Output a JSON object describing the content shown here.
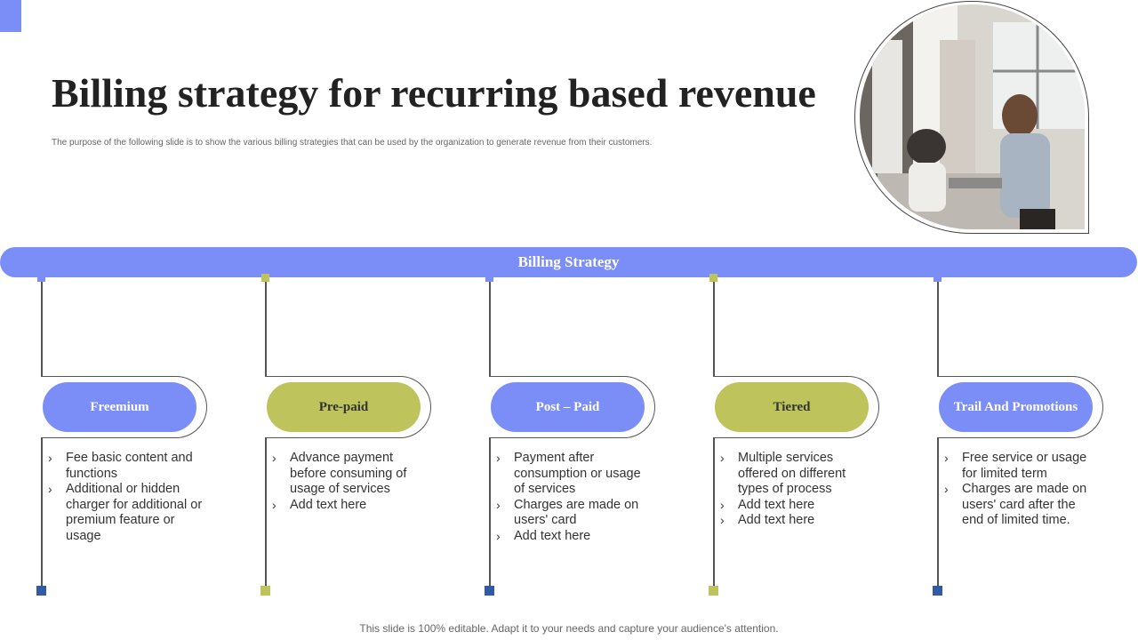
{
  "slide": {
    "title": "Billing strategy for recurring based revenue",
    "subtitle": "The purpose of the following slide is to show the various billing strategies that can be used by the organization to generate revenue from their customers.",
    "footer": "This slide is 100% editable. Adapt it to your needs and capture your audience's attention."
  },
  "banner": {
    "label": "Billing Strategy"
  },
  "colors": {
    "blue": "#7b8ef7",
    "olive": "#bfc35c",
    "dark_blue": "#2e5aa8",
    "line": "#555555"
  },
  "icons": {
    "bullet": "chevron-right-icon"
  },
  "columns": [
    {
      "label": "Freemium",
      "theme": "blue",
      "points": [
        "Fee basic content and functions",
        "Additional  or hidden charger for additional or premium feature or usage"
      ]
    },
    {
      "label": "Pre-paid",
      "theme": "olive",
      "points": [
        "Advance payment before consuming of usage of services",
        "Add text here"
      ]
    },
    {
      "label": "Post – Paid",
      "theme": "blue",
      "points": [
        "Payment after consumption or usage of services",
        "Charges are made on users' card",
        "Add text here"
      ]
    },
    {
      "label": "Tiered",
      "theme": "olive",
      "points": [
        "Multiple  services offered on different types of process",
        "Add text here",
        "Add text here"
      ]
    },
    {
      "label": "Trail And Promotions",
      "theme": "blue",
      "points": [
        "Free service or usage for limited term",
        "Charges are made on users' card after the end of limited time."
      ]
    }
  ]
}
